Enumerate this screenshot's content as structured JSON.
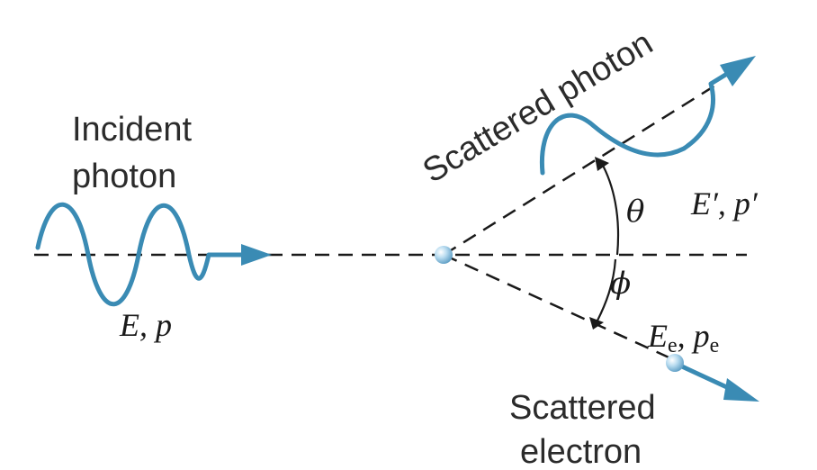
{
  "labels": {
    "incident_line1": "Incident",
    "incident_line2": "photon",
    "incident_energy": "E, p",
    "scattered_photon": "Scattered photon",
    "scattered_photon_energy_E": "E′",
    "scattered_photon_energy_p": "p′",
    "theta": "θ",
    "phi": "ϕ",
    "electron_E": "E",
    "electron_p": "p",
    "electron_subscript": "e",
    "scattered_electron_line1": "Scattered",
    "scattered_electron_line2": "electron"
  },
  "colors": {
    "wave": "#3a8bb4",
    "line": "#1a1a1a",
    "particle": "#8ec6e6"
  }
}
